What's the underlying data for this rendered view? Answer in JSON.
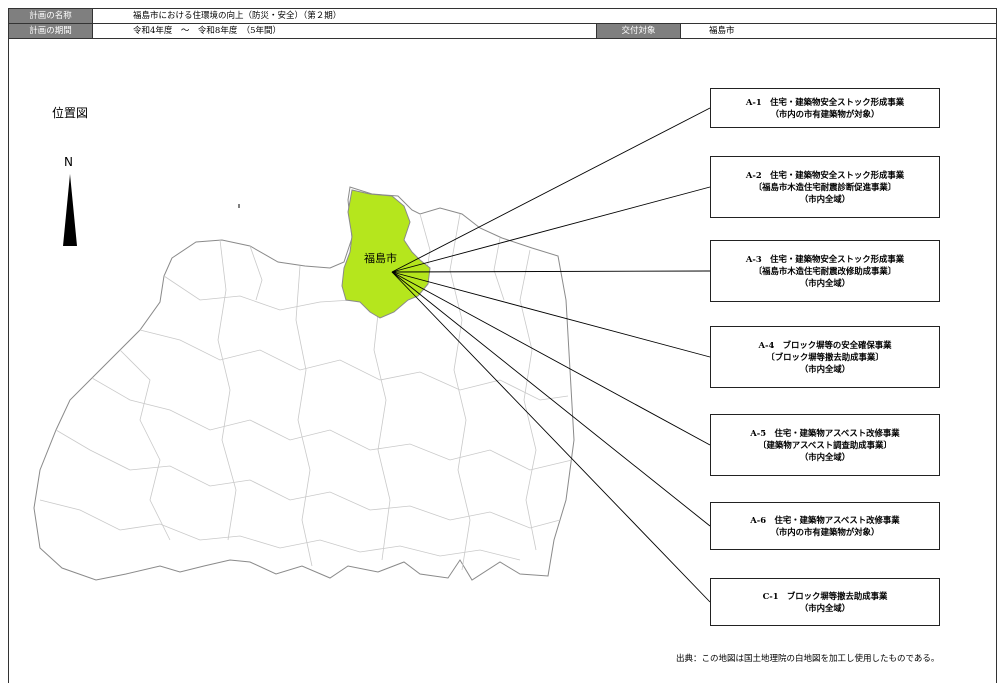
{
  "header": {
    "plan_name_label": "計画の名称",
    "plan_name_value": "福島市における住環境の向上（防災・安全）（第２期）",
    "plan_period_label": "計画の期間",
    "plan_period_value": "令和4年度　～　令和8年度　（5年間）",
    "grant_target_label": "交付対象",
    "grant_target_value": "福島市"
  },
  "map": {
    "location_title": "位置図",
    "north_label": "N",
    "city_label": "福島市",
    "city_color": "#b5e61d",
    "source_note": "出典：この地図は国土地理院の白地図を加工し使用したものである。"
  },
  "projects": [
    {
      "lines": [
        "A-1　住宅・建築物安全ストック形成事業",
        "（市内の市有建築物が対象）"
      ]
    },
    {
      "lines": [
        "A-2　住宅・建築物安全ストック形成事業",
        "〔福島市木造住宅耐震診断促進事業〕",
        "（市内全域）"
      ]
    },
    {
      "lines": [
        "A-3　住宅・建築物安全ストック形成事業",
        "〔福島市木造住宅耐震改修助成事業〕",
        "（市内全域）"
      ]
    },
    {
      "lines": [
        "A-4　ブロック塀等の安全確保事業",
        "〔ブロック塀等撤去助成事業〕",
        "（市内全域）"
      ]
    },
    {
      "lines": [
        "A-5　住宅・建築物アスベスト改修事業",
        "〔建築物アスベスト調査助成事業〕",
        "（市内全域）"
      ]
    },
    {
      "lines": [
        "A-6　住宅・建築物アスベスト改修事業",
        "（市内の市有建築物が対象）"
      ]
    },
    {
      "lines": [
        "C-1　ブロック塀等撤去助成事業",
        "（市内全域）"
      ]
    }
  ]
}
